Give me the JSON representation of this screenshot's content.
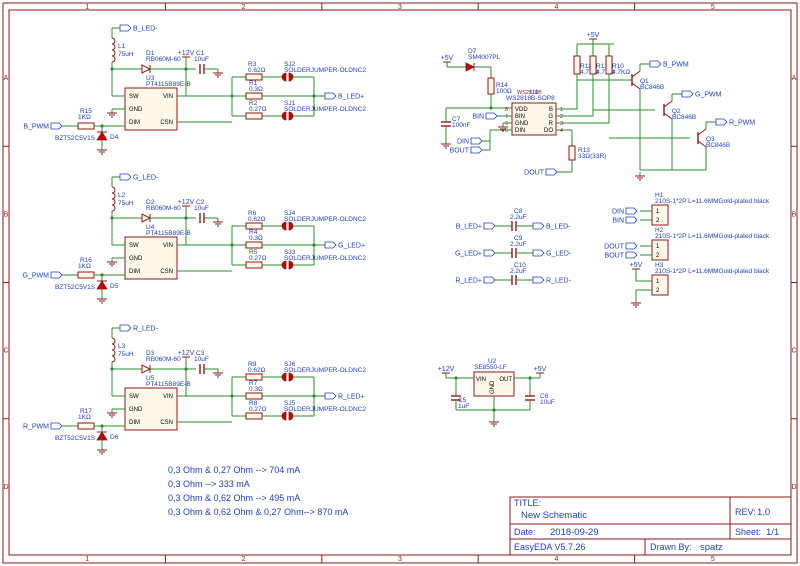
{
  "zones": {
    "cols": [
      "1",
      "2",
      "3",
      "4",
      "5"
    ],
    "rows": [
      "A",
      "B",
      "C",
      "D"
    ]
  },
  "channels": [
    {
      "led_minus_net": "B_LED-",
      "led_plus_net": "B_LED+",
      "pwm_net": "B_PWM",
      "inductor_ref": "L1",
      "inductor_value": "75uH",
      "diode_ref": "D1",
      "diode_part": "RB060M-60",
      "driver_ref": "U3",
      "driver_part": "PT4115B89E-B",
      "cap_ref": "C1",
      "cap_value": "10uF",
      "supply": "+12V",
      "res_a_ref": "R3",
      "res_a_value": "0.62Ω",
      "res_b_ref": "R1",
      "res_b_value": "0.3Ω",
      "res_c_ref": "R2",
      "res_c_value": "0.27Ω",
      "jumper_a_ref": "SJ2",
      "jumper_b_ref": "SJ1",
      "jumper_part": "SOLDERJUMPER-OLDNC2",
      "pwm_res_ref": "R15",
      "pwm_res_value": "1KΩ",
      "zener_ref": "D4",
      "zener_part": "BZT52C5V1S"
    },
    {
      "led_minus_net": "G_LED-",
      "led_plus_net": "G_LED+",
      "pwm_net": "G_PWM",
      "inductor_ref": "L2",
      "inductor_value": "75uH",
      "diode_ref": "D2",
      "diode_part": "RB060M-60",
      "driver_ref": "U4",
      "driver_part": "PT4115B89E-B",
      "cap_ref": "C2",
      "cap_value": "10uF",
      "supply": "+12V",
      "res_a_ref": "R6",
      "res_a_value": "0.62Ω",
      "res_b_ref": "R4",
      "res_b_value": "0.3Ω",
      "res_c_ref": "R5",
      "res_c_value": "0.27Ω",
      "jumper_a_ref": "SJ4",
      "jumper_b_ref": "SJ3",
      "jumper_part": "SOLDERJUMPER-OLDNC2",
      "pwm_res_ref": "R16",
      "pwm_res_value": "1KΩ",
      "zener_ref": "D5",
      "zener_part": "BZT52C5V1S"
    },
    {
      "led_minus_net": "R_LED-",
      "led_plus_net": "R_LED+",
      "pwm_net": "R_PWM",
      "inductor_ref": "L3",
      "inductor_value": "75uH",
      "diode_ref": "D3",
      "diode_part": "RB060M-60",
      "driver_ref": "U5",
      "driver_part": "PT4115B89E-B",
      "cap_ref": "C3",
      "cap_value": "10uF",
      "supply": "+12V",
      "res_a_ref": "R9",
      "res_a_value": "0.62Ω",
      "res_b_ref": "R7",
      "res_b_value": "0.3Ω",
      "res_c_ref": "R8",
      "res_c_value": "0.27Ω",
      "jumper_a_ref": "SJ6",
      "jumper_b_ref": "SJ5",
      "jumper_part": "SOLDERJUMPER-OLDNC2",
      "pwm_res_ref": "R17",
      "pwm_res_value": "1KΩ",
      "zener_ref": "D6",
      "zener_part": "BZT52C5V1S"
    }
  ],
  "driver_pins": {
    "sw": "SW",
    "gnd": "GND",
    "dim": "DIM",
    "vin": "VIN",
    "csn": "CSN"
  },
  "controller": {
    "supply": "+5V",
    "diode_ref": "D7",
    "diode_part": "SM4007PL",
    "res_ref": "R14",
    "res_value": "100Ω",
    "cap_ref": "C7",
    "cap_value": "100nF",
    "ic_ref": "U1",
    "ic_part": "WS2818B-SOP8",
    "ic_code": "WS2818B",
    "pins_left": [
      "VDD",
      "BIN",
      "GND",
      "DIN"
    ],
    "pins_right": [
      "B",
      "G",
      "R",
      "DO"
    ],
    "pins_left_no": [
      "8",
      "7",
      "6",
      "5"
    ],
    "pins_right_no": [
      "1",
      "2",
      "3",
      "4"
    ],
    "net_bin": "BIN",
    "net_din": "DIN",
    "net_bout": "BOUT",
    "net_dout": "DOUT",
    "r13_ref": "R13",
    "r13_value": "33Ω(33R)",
    "pullups": [
      {
        "ref": "R12",
        "value": "4.7KΩ"
      },
      {
        "ref": "R11",
        "value": "4.7KΩ"
      },
      {
        "ref": "R10",
        "value": "4.7KΩ"
      }
    ],
    "transistors": [
      {
        "ref": "Q1",
        "part": "BC846B",
        "net": "B_PWM"
      },
      {
        "ref": "Q2",
        "part": "BC846B",
        "net": "G_PWM"
      },
      {
        "ref": "Q3",
        "part": "BC846B",
        "net": "R_PWM"
      }
    ]
  },
  "led_caps": [
    {
      "ref": "C8",
      "value": "2.2uF",
      "left": "B_LED+",
      "right": "B_LED-"
    },
    {
      "ref": "C9",
      "value": "2.2uF",
      "left": "G_LED+",
      "right": "G_LED-"
    },
    {
      "ref": "C10",
      "value": "2.2uF",
      "left": "R_LED+",
      "right": "R_LED-"
    }
  ],
  "headers": [
    {
      "ref": "H1",
      "part": "210S-1*2P L=11.6MMGold-plated black",
      "nets": [
        "DIN",
        "BIN"
      ],
      "pins": [
        "1",
        "2"
      ]
    },
    {
      "ref": "H2",
      "part": "210S-1*2P L=11.6MMGold-plated black",
      "nets": [
        "DOUT",
        "BOUT"
      ],
      "pins": [
        "1",
        "2"
      ]
    },
    {
      "ref": "H3",
      "part": "210S-1*2P L=11.6MMGold-plated black",
      "nets": [
        "+5V",
        ""
      ],
      "pins": [
        "1",
        "2"
      ]
    }
  ],
  "regulator": {
    "ref": "U2",
    "part": "SE8550-LF",
    "input": "+12V",
    "output": "+5V",
    "pin_in": "VIN",
    "pin_out": "OUT",
    "pin_gnd": "GND",
    "cin_ref": "C5",
    "cin_value": "1uF",
    "cout_ref": "C6",
    "cout_value": "10uF"
  },
  "notes": [
    "0,3 Ohm & 0,27 Ohm --> 704 mA",
    "0,3 Ohm --> 333 mA",
    "0,3 Ohm & 0,62 Ohm --> 495 mA",
    "0,3 Ohm & 0,62 Ohm & 0,27 Ohm--> 870 mA"
  ],
  "title_block": {
    "title_label": "TITLE:",
    "title": "New Schematic",
    "rev_label": "REV:",
    "rev": "1.0",
    "date_label": "Date:",
    "date": "2018-09-29",
    "sheet_label": "Sheet:",
    "sheet": "1/1",
    "tool": "EasyEDA V5.7.26",
    "drawn_label": "Drawn By:",
    "drawn_by": "spatz"
  },
  "colors": {
    "wire": "#2e8b2e",
    "component": "#8b1a1a",
    "label": "#1f3fbf"
  }
}
